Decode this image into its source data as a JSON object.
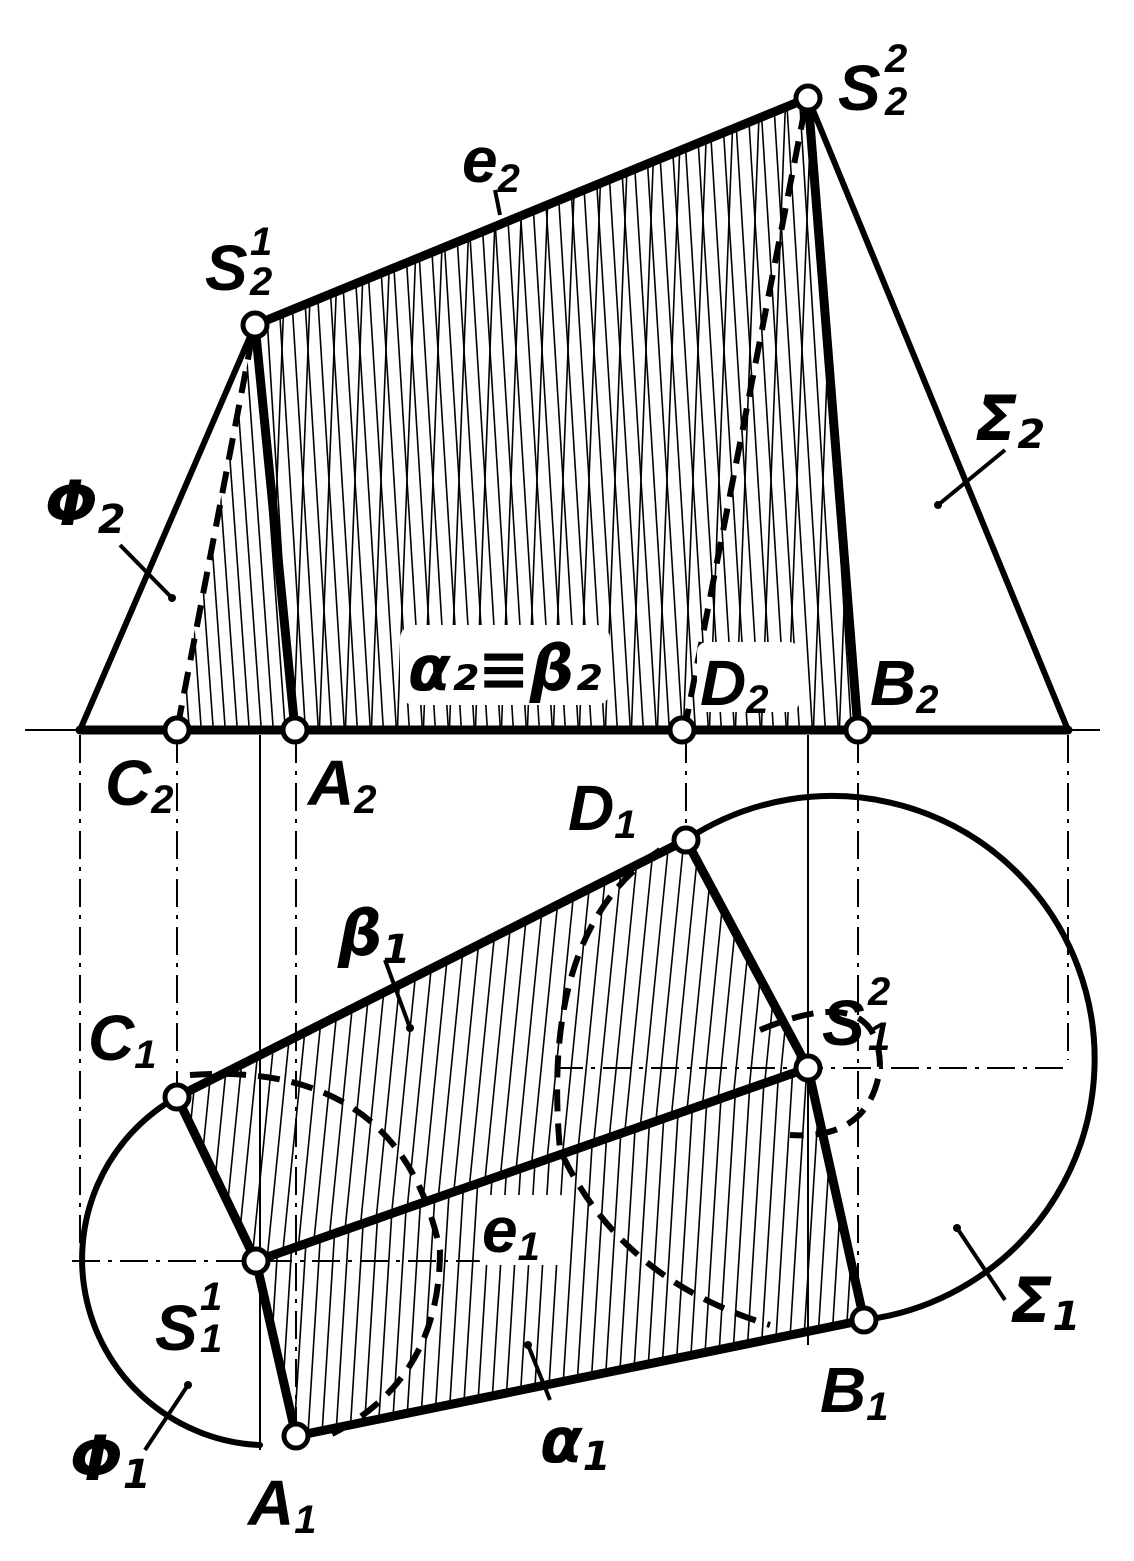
{
  "labels": {
    "e2": "e",
    "e2_sub": "2",
    "S2_1": "S",
    "S2_1_sub": "2",
    "S2_1_sup": "1",
    "S2_2": "S",
    "S2_2_sub": "2",
    "S2_2_sup": "2",
    "Phi2": "Φ",
    "Phi2_sub": "2",
    "Sigma2": "Σ",
    "Sigma2_sub": "2",
    "alpha_beta_2": "α₂≡β₂",
    "D2": "D",
    "D2_sub": "2",
    "B2": "B",
    "B2_sub": "2",
    "C2": "C",
    "C2_sub": "2",
    "A2": "A",
    "A2_sub": "2",
    "D1": "D",
    "D1_sub": "1",
    "beta1": "β",
    "beta1_sub": "1",
    "C1": "C",
    "C1_sub": "1",
    "S1_2": "S",
    "S1_2_sub": "1",
    "S1_2_sup": "2",
    "e1": "e",
    "e1_sub": "1",
    "S1_1": "S",
    "S1_1_sub": "1",
    "S1_1_sup": "1",
    "Sigma1": "Σ",
    "Sigma1_sub": "1",
    "Phi1": "Φ",
    "Phi1_sub": "1",
    "A1": "A",
    "A1_sub": "1",
    "B1": "B",
    "B1_sub": "1",
    "alpha1": "α",
    "alpha1_sub": "1"
  },
  "colors": {
    "ink": "#000000",
    "paper": "#ffffff"
  }
}
